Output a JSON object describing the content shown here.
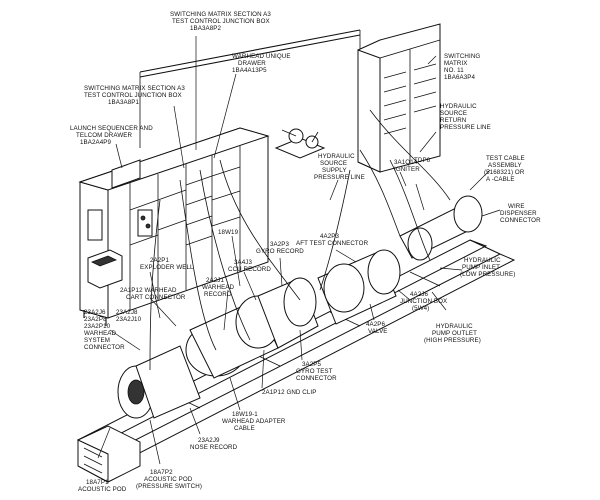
{
  "labels": {
    "sw_a3_control": [
      "SWITCHING MATRIX SECTION A3",
      "TEST CONTROL JUNCTION BOX",
      "1BA3A8P2"
    ],
    "sw_a3_control2": [
      "SWITCHING MATRIX SECTION A3",
      "TEST CONTROL JUNCTION BOX",
      "1BA3A8P1"
    ],
    "warhead_drawer": [
      "WARHEAD UNIQUE",
      "DRAWER",
      "1BA4A13P5"
    ],
    "sw_matrix_11": [
      "SWITCHING",
      "MATRIX",
      "NO. 11",
      "1BA6A3P4"
    ],
    "launch_seq": [
      "LAUNCH SEQUENCER AND",
      "TELCOM DRAWER",
      "1BA2A4P9"
    ],
    "hyd_return": [
      "HYDRAULIC",
      "SOURCE",
      "RETURN",
      "PRESSURE LINE"
    ],
    "hyd_supply": [
      "HYDRAULIC",
      "SOURCE",
      "SUPPLY",
      "PRESSURE LINE"
    ],
    "tdp6": [
      "TDP6"
    ],
    "igniter": [
      "3A1Q14",
      "IGNITER"
    ],
    "test_cable": [
      "TEST CABLE",
      "ASSEMBLY",
      "(5168321) OR",
      "A -CABLE"
    ],
    "wire_disp": [
      "WIRE",
      "DISPENSER",
      "CONNECTOR"
    ],
    "aft_test": [
      "4A2P3",
      "AFT TEST CONNECTOR"
    ],
    "w19": [
      "18W19"
    ],
    "gyro_record": [
      "3A2P3",
      "GYRO RECORD"
    ],
    "ccu_record": [
      "3A4J3",
      "CCU RECORD"
    ],
    "exploder_well": [
      "2A2P1",
      "EXPLODER WELL"
    ],
    "warhead_record": [
      "2A2J1",
      "WARHEAD",
      "RECORD"
    ],
    "hyd_pump_inlet": [
      "HYDRAULIC",
      "PUMP INLET",
      "(LOW PRESSURE)"
    ],
    "cart_conn": [
      "2A1P12 WARHEAD",
      "CART CONNECTOR"
    ],
    "junction_box": [
      "4A2J6",
      "JUNCTION BOX",
      "(5W4)"
    ],
    "group_conn": [
      "23A2J6",
      "23A2J8",
      "23A2P8",
      "23A2J10",
      "23A2P10",
      "WARHEAD",
      "SYSTEM",
      "CONNECTOR"
    ],
    "valve": [
      "4A2P6",
      "VALVE"
    ],
    "hyd_pump_outlet": [
      "HYDRAULIC",
      "PUMP OUTLET",
      "(HIGH PRESSURE)"
    ],
    "gyro_test": [
      "3A2P5",
      "GYRO TEST",
      "CONNECTOR"
    ],
    "gnd_clip": [
      "2A1P12 GND CLIP"
    ],
    "warhead_adapter": [
      "18W19-1",
      "WARHEAD ADAPTER",
      "CABLE"
    ],
    "nose_record": [
      "23A2J9",
      "NOSE RECORD"
    ],
    "acoustic_pod": [
      "18A7P1",
      "ACOUSTIC POD"
    ],
    "acoustic_pod_ps": [
      "18A7P2",
      "ACOUSTIC POD",
      "(PRESSURE SWITCH)"
    ]
  }
}
